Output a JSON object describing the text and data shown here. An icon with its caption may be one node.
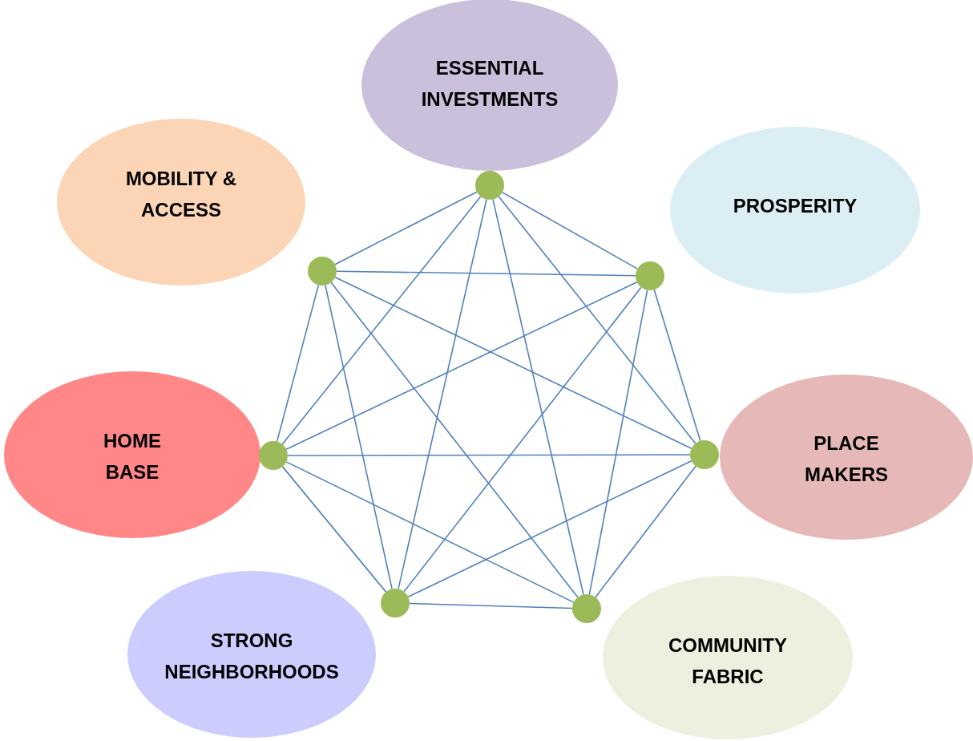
{
  "diagram": {
    "nodes": [
      {
        "text": [
          "ESSENTIAL INVESTMENTS"
        ]
      },
      {
        "text": [
          "MOBILITY & ACCESS"
        ]
      },
      {
        "text": [
          "PROSPERITY"
        ]
      },
      {
        "text": [
          "HOME BASE"
        ]
      },
      {
        "text": [
          "PLACE MAKERS"
        ]
      },
      {
        "text": [
          "STRONG NEIGHBORHOODS"
        ]
      },
      {
        "text": [
          "COMMUNITY FABRIC"
        ]
      },
      {
        "text": [],
        "shape": "circle"
      },
      {
        "text": [],
        "shape": "circle"
      },
      {
        "text": [],
        "shape": "circle"
      },
      {
        "text": [],
        "shape": "circle"
      },
      {
        "text": [],
        "shape": "circle"
      },
      {
        "text": [],
        "shape": "circle"
      },
      {
        "text": [],
        "shape": "circle"
      }
    ],
    "edges": [
      {
        "from": 7,
        "to": 8,
        "arrow": "none"
      },
      {
        "from": 7,
        "to": 9,
        "arrow": "none"
      },
      {
        "from": 7,
        "to": 10,
        "arrow": "none"
      },
      {
        "from": 7,
        "to": 11,
        "arrow": "none"
      },
      {
        "from": 7,
        "to": 12,
        "arrow": "none"
      },
      {
        "from": 7,
        "to": 13,
        "arrow": "none"
      },
      {
        "from": 8,
        "to": 9,
        "arrow": "none"
      },
      {
        "from": 8,
        "to": 10,
        "arrow": "none"
      },
      {
        "from": 8,
        "to": 11,
        "arrow": "none"
      },
      {
        "from": 8,
        "to": 12,
        "arrow": "none"
      },
      {
        "from": 8,
        "to": 13,
        "arrow": "none"
      },
      {
        "from": 9,
        "to": 10,
        "arrow": "none"
      },
      {
        "from": 9,
        "to": 11,
        "arrow": "none"
      },
      {
        "from": 9,
        "to": 12,
        "arrow": "none"
      },
      {
        "from": 9,
        "to": 13,
        "arrow": "none"
      },
      {
        "from": 10,
        "to": 11,
        "arrow": "none"
      },
      {
        "from": 10,
        "to": 12,
        "arrow": "none"
      },
      {
        "from": 10,
        "to": 13,
        "arrow": "none"
      },
      {
        "from": 11,
        "to": 12,
        "arrow": "none"
      },
      {
        "from": 11,
        "to": 13,
        "arrow": "none"
      },
      {
        "from": 12,
        "to": 13,
        "arrow": "none"
      }
    ]
  }
}
